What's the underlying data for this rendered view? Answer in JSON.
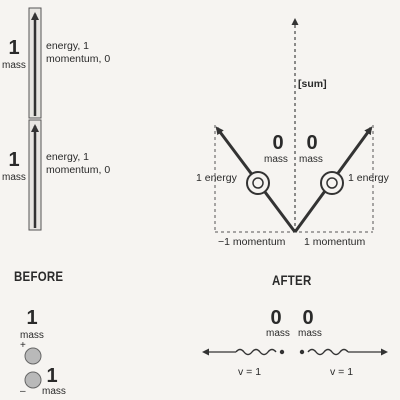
{
  "before": {
    "heading": "BEFORE",
    "particle_top": {
      "mass_value": "1",
      "mass_unit": "mass",
      "energy": "energy, 1",
      "momentum": "momentum, 0"
    },
    "particle_bottom": {
      "mass_value": "1",
      "mass_unit": "mass",
      "energy": "energy, 1",
      "momentum": "momentum, 0"
    },
    "pair": {
      "top": {
        "mass_value": "1",
        "mass_unit": "mass",
        "charge": "+"
      },
      "bottom": {
        "mass_value": "1",
        "mass_unit": "mass",
        "charge": "–"
      }
    }
  },
  "after": {
    "heading": "AFTER",
    "sum_label": "[sum]",
    "left_photon": {
      "mass_value": "0",
      "mass_unit": "mass",
      "energy": "1 energy",
      "momentum": "−1 momentum"
    },
    "right_photon": {
      "mass_value": "0",
      "mass_unit": "mass",
      "energy": "1 energy",
      "momentum": "1 momentum"
    },
    "waves": {
      "left": {
        "mass_value": "0",
        "mass_unit": "mass",
        "velocity": "v = 1"
      },
      "right": {
        "mass_value": "0",
        "mass_unit": "mass",
        "velocity": "v = 1"
      }
    }
  }
}
